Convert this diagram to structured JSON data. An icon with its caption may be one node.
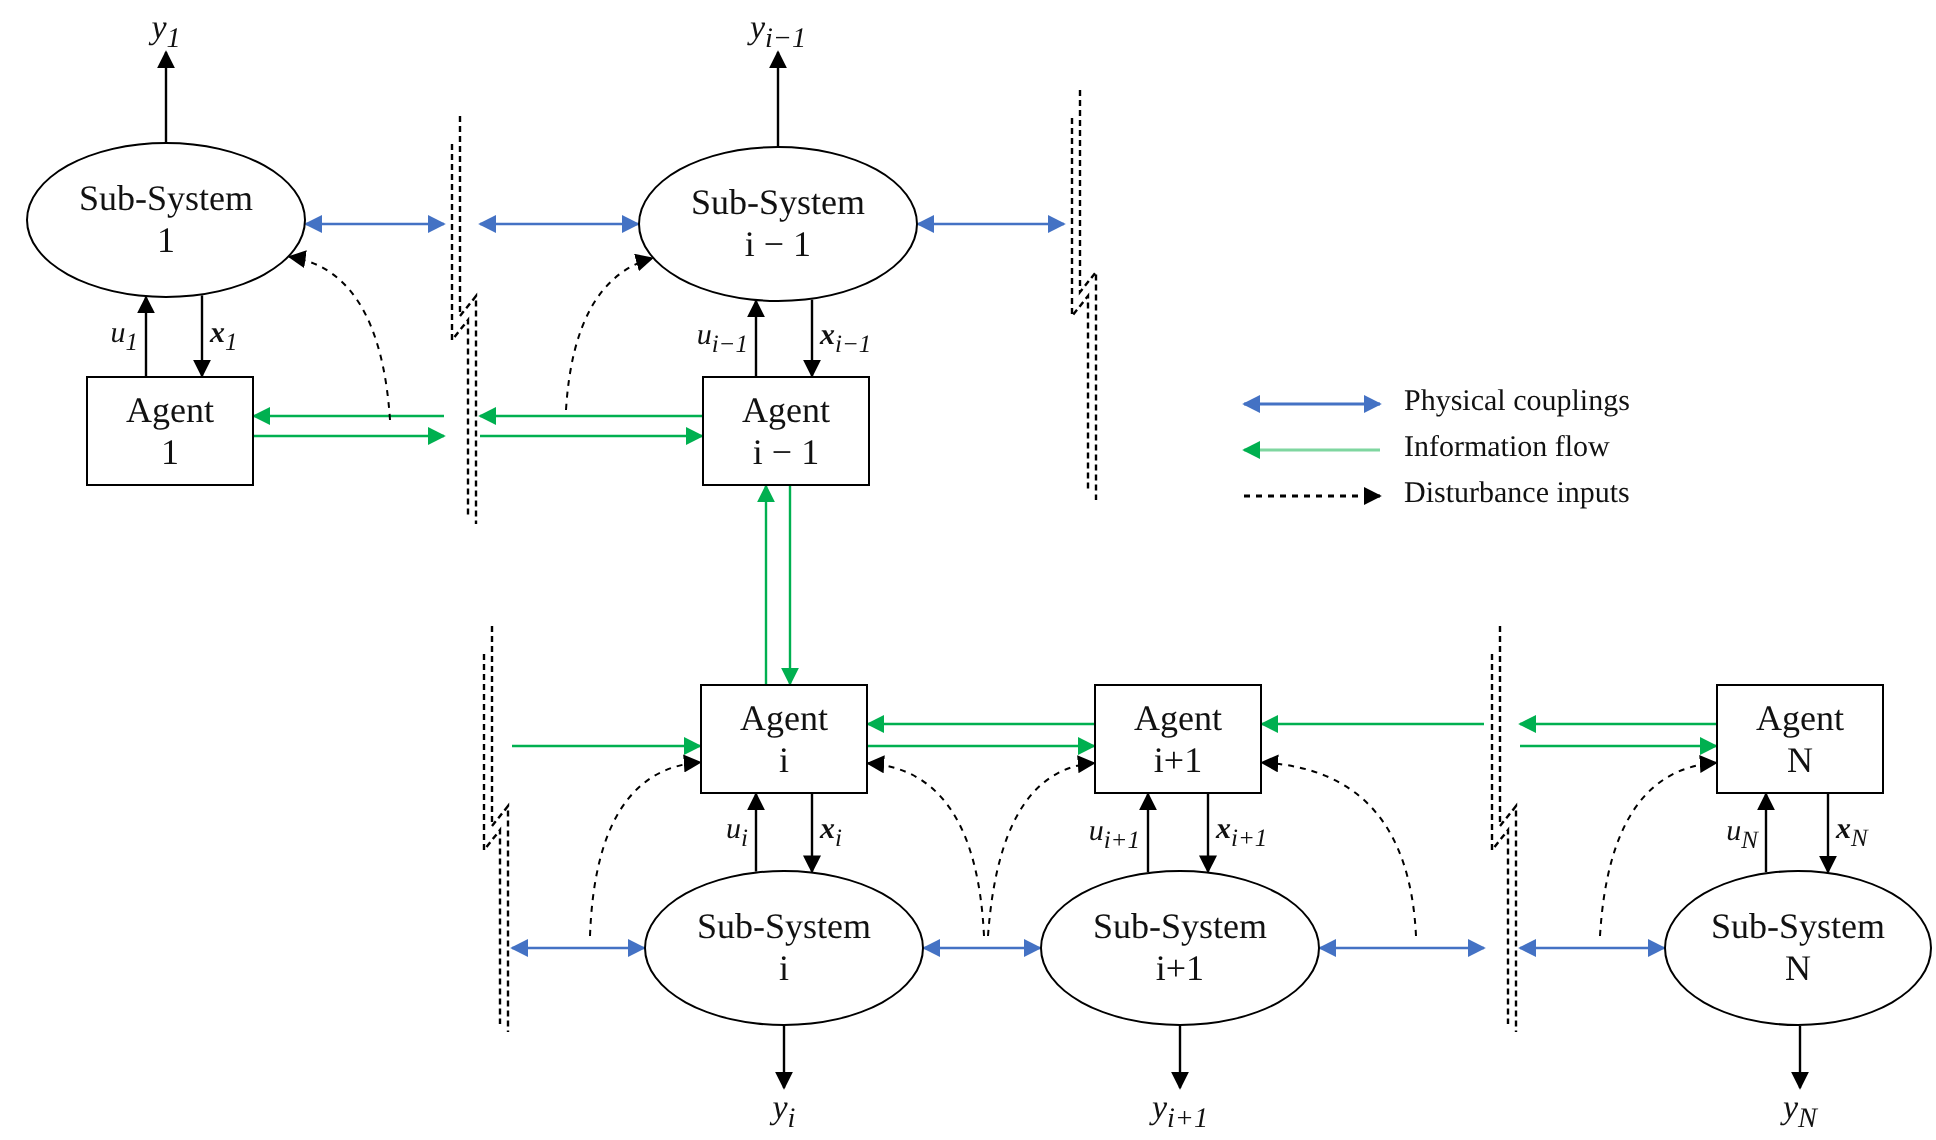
{
  "diagram": {
    "nodes": [
      {
        "text": [
          "Sub-System 1"
        ]
      },
      {
        "text": [
          "Sub-System i − 1"
        ]
      },
      {
        "text": [],
        "shape": "bar"
      },
      {
        "text": [],
        "shape": "bar"
      },
      {
        "text": [
          "Agent 1"
        ]
      },
      {
        "text": [
          "Agent i − 1"
        ]
      },
      {
        "text": [
          "Agent i"
        ]
      },
      {
        "text": [
          "Agent i+1"
        ]
      },
      {
        "text": [
          "Agent N"
        ]
      },
      {
        "text": [],
        "shape": "bar"
      },
      {
        "text": [],
        "shape": "bar"
      },
      {
        "text": [
          "Sub-System i"
        ]
      },
      {
        "text": [
          "Sub-System i+1"
        ]
      },
      {
        "text": [
          "Sub-System N"
        ]
      },
      {
        "text": [
          "y$_{1}$"
        ]
      },
      {
        "text": [
          "y$_{i−1}$"
        ]
      },
      {
        "text": [
          "y$_{i}$"
        ]
      },
      {
        "text": [
          "y$_{i+1}$"
        ]
      },
      {
        "text": [
          "y$_{N}$"
        ]
      }
    ],
    "edges": [
      {
        "from": 0,
        "to": 2,
        "arrow": "both",
        "color": "#4472c4"
      },
      {
        "from": 2,
        "to": 1,
        "arrow": "both",
        "color": "#4472c4"
      },
      {
        "from": 1,
        "to": 3,
        "arrow": "both",
        "color": "#4472c4"
      },
      {
        "from": 9,
        "to": 11,
        "arrow": "both",
        "color": "#4472c4"
      },
      {
        "from": 11,
        "to": 12,
        "arrow": "both",
        "color": "#4472c4"
      },
      {
        "from": 12,
        "to": 10,
        "arrow": "both",
        "color": "#4472c4"
      },
      {
        "from": 10,
        "to": 13,
        "arrow": "both",
        "color": "#4472c4"
      },
      {
        "from": 2,
        "to": 4,
        "arrow": "to",
        "color": "#00b050"
      },
      {
        "from": 4,
        "to": 2,
        "arrow": "to",
        "color": "#00b050"
      },
      {
        "from": 5,
        "to": 2,
        "arrow": "to",
        "color": "#00b050"
      },
      {
        "from": 2,
        "to": 5,
        "arrow": "to",
        "color": "#00b050"
      },
      {
        "from": 6,
        "to": 5,
        "arrow": "to",
        "color": "#00b050"
      },
      {
        "from": 5,
        "to": 6,
        "arrow": "to",
        "color": "#00b050"
      },
      {
        "from": 9,
        "to": 6,
        "arrow": "to",
        "color": "#00b050"
      },
      {
        "from": 7,
        "to": 6,
        "arrow": "to",
        "color": "#00b050"
      },
      {
        "from": 6,
        "to": 7,
        "arrow": "to",
        "color": "#00b050"
      },
      {
        "from": 10,
        "to": 7,
        "arrow": "to",
        "color": "#00b050"
      },
      {
        "from": 8,
        "to": 10,
        "arrow": "to",
        "color": "#00b050"
      },
      {
        "from": 10,
        "to": 8,
        "arrow": "to",
        "color": "#00b050"
      },
      {
        "from": 0,
        "to": 14,
        "arrow": "to"
      },
      {
        "from": 4,
        "to": 0,
        "arrow": "to",
        "label": "*u*$_{1}$"
      },
      {
        "from": 0,
        "to": 4,
        "arrow": "to",
        "label": "**x**$_{1}$"
      },
      {
        "from": 1,
        "to": 15,
        "arrow": "to"
      },
      {
        "from": 5,
        "to": 1,
        "arrow": "to",
        "label": "*u*$_{i−1}$"
      },
      {
        "from": 1,
        "to": 5,
        "arrow": "to",
        "label": "**x**$_{i−1}$"
      },
      {
        "from": 11,
        "to": 6,
        "arrow": "to",
        "label": "*u*$_{i}$"
      },
      {
        "from": 6,
        "to": 11,
        "arrow": "to",
        "label": "**x**$_{i}$"
      },
      {
        "from": 11,
        "to": 16,
        "arrow": "to"
      },
      {
        "from": 12,
        "to": 7,
        "arrow": "to",
        "label": "*u*$_{i+1}$"
      },
      {
        "from": 7,
        "to": 12,
        "arrow": "to",
        "label": "**x**$_{i+1}$"
      },
      {
        "from": 12,
        "to": 17,
        "arrow": "to"
      },
      {
        "from": 13,
        "to": 8,
        "arrow": "to",
        "label": "*u*$_{N}$"
      },
      {
        "from": 8,
        "to": 13,
        "arrow": "to",
        "label": "**x**$_{N}$"
      },
      {
        "from": 13,
        "to": 18,
        "arrow": "to"
      },
      {
        "from": null,
        "to": 0,
        "arrow": "to",
        "style": "dashed"
      },
      {
        "from": null,
        "to": 1,
        "arrow": "to",
        "style": "dashed"
      },
      {
        "from": null,
        "to": 6,
        "arrow": "to",
        "style": "dashed"
      },
      {
        "from": null,
        "to": 6,
        "arrow": "to",
        "style": "dashed"
      },
      {
        "from": null,
        "to": 7,
        "arrow": "to",
        "style": "dashed"
      },
      {
        "from": null,
        "to": 7,
        "arrow": "to",
        "style": "dashed"
      },
      {
        "from": null,
        "to": 8,
        "arrow": "to",
        "style": "dashed"
      }
    ],
    "legend": [
      {
        "text": "Physical couplings"
      },
      {
        "text": "Information flow"
      },
      {
        "text": "Disturbance inputs"
      }
    ]
  }
}
